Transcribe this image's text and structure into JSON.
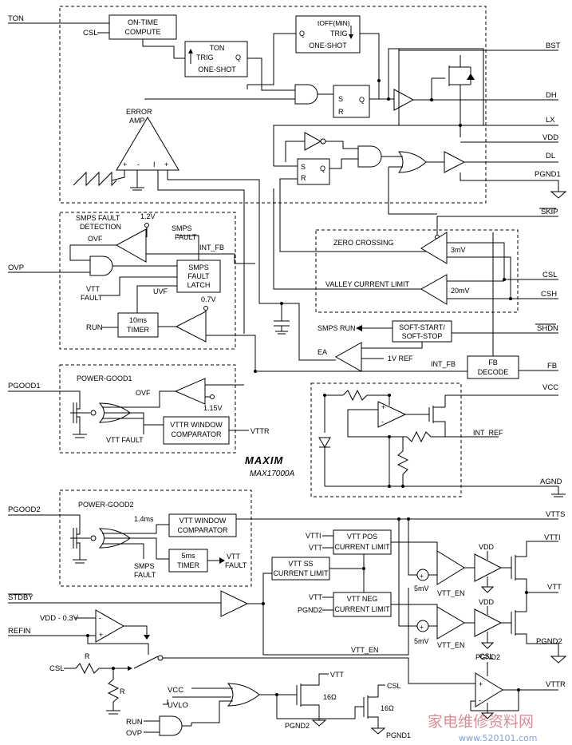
{
  "title": {
    "brand": "MAXIM",
    "part": "MAX17000A"
  },
  "pins_left": {
    "ton": "TON",
    "csl": "CSL",
    "ovp": "OVP",
    "run": "RUN",
    "pgood1": "PGOOD1",
    "pgood2": "PGOOD2",
    "stdby": "STDBY",
    "vdd_minus": "VDD - 0.3V",
    "refin": "REFIN",
    "csl2": "CSL",
    "vcc": "VCC",
    "uvlo": "UVLO",
    "run2": "RUN",
    "ovp2": "OVP"
  },
  "pins_right": {
    "bst": "BST",
    "dh": "DH",
    "lx": "LX",
    "vdd": "VDD",
    "dl": "DL",
    "pgnd1": "PGND1",
    "skip": "SKIP",
    "csl": "CSL",
    "csh": "CSH",
    "shdn": "SHDN",
    "fb": "FB",
    "vcc": "VCC",
    "int_ref": "INT_REF",
    "agnd": "AGND",
    "vtts": "VTTS",
    "vtti": "VTTI",
    "vtt": "VTT",
    "pgnd2": "PGND2",
    "vttr": "VTTR"
  },
  "blocks": {
    "on_time": [
      "ON-TIME",
      "COMPUTE"
    ],
    "ton_oneshot": [
      "TON",
      "TRIG",
      "Q",
      "ONE-SHOT"
    ],
    "toff_oneshot": [
      "tOFF(MIN)",
      "Q",
      "TRIG",
      "ONE-SHOT"
    ],
    "error_amp": [
      "ERROR",
      "AMP"
    ],
    "sr1": [
      "S",
      "R",
      "Q"
    ],
    "sr2": [
      "S",
      "R",
      "Q"
    ],
    "smps_fault_det": [
      "SMPS FAULT",
      "DETECTION"
    ],
    "ovf": "OVF",
    "v12": "1.2V",
    "smps_fault": [
      "SMPS",
      "FAULT"
    ],
    "int_fb": "INT_FB",
    "latch": [
      "SMPS",
      "FAULT",
      "LATCH"
    ],
    "vtt_fault": [
      "VTT",
      "FAULT"
    ],
    "uvf": "UVF",
    "v07": "0.7V",
    "timer10": [
      "10ms",
      "TIMER"
    ],
    "zero_crossing": "ZERO CROSSING",
    "z3mv": "3mV",
    "valley": "VALLEY CURRENT LIMIT",
    "v20mv": "20mV",
    "smps_run": "SMPS RUN",
    "softstart": [
      "SOFT-START/",
      "SOFT-STOP"
    ],
    "ea": "EA",
    "ref1v": "1V REF",
    "int_fb2": "INT_FB",
    "fb_decode": [
      "FB",
      "DECODE"
    ],
    "power_good1": "POWER-GOOD1",
    "ovf2": "OVF",
    "v115": "1.15V",
    "vtt_fault2": "VTT FAULT",
    "vttr_window": [
      "VTTR WINDOW",
      "COMPARATOR"
    ],
    "vttr": "VTTR",
    "power_good2": "POWER-GOOD2",
    "t14ms": "1.4ms",
    "vtt_window": [
      "VTT WINDOW",
      "COMPARATOR"
    ],
    "smps_fault2": [
      "SMPS",
      "FAULT"
    ],
    "timer5": [
      "5ms",
      "TIMER"
    ],
    "vtt_fault3": [
      "VTT",
      "FAULT"
    ],
    "vtti": "VTTI",
    "vtt": "VTT",
    "vtt_pos": [
      "VTT POS",
      "CURRENT LIMIT"
    ],
    "vtt_ss": [
      "VTT SS",
      "CURRENT LIMIT"
    ],
    "vtt_neg": [
      "VTT NEG",
      "CURRENT LIMIT"
    ],
    "vtt2": "VTT",
    "pgnd2": "PGND2",
    "mv5a": "5mV",
    "vtt_en": "VTT_EN",
    "mv5b": "5mV",
    "vtt_en2": "VTT_EN",
    "vdd_a": "VDD",
    "vdd_b": "VDD",
    "pgnd2b": "PGND2",
    "csl_b": "CSL",
    "r1": "R",
    "r2": "R",
    "vtt3": "VTT",
    "csl_c": "CSL",
    "ohm16a": "16Ω",
    "ohm16b": "16Ω",
    "pgnd2c": "PGND2",
    "pgnd1b": "PGND1"
  },
  "watermark": {
    "cn": "家电维修资料网",
    "url": "www.520101.com"
  }
}
